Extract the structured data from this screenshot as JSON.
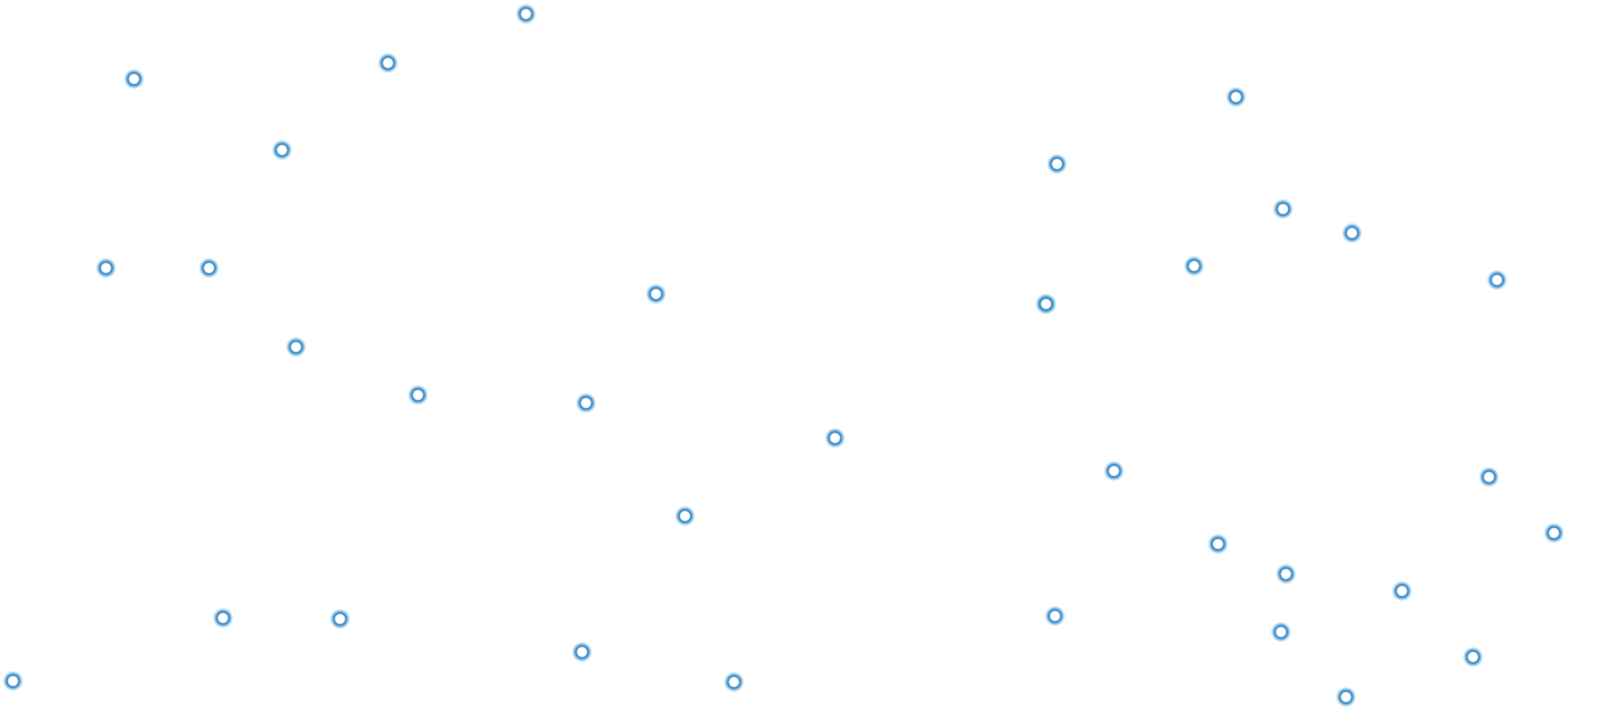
{
  "colors": {
    "background": "#ffffff",
    "dot_core": "#ffffff",
    "dot_ring": "#2a7fc0",
    "dot_halo": "#8ec5ea"
  },
  "points": [
    {
      "id": "p01"
    },
    {
      "id": "p02"
    },
    {
      "id": "p03"
    },
    {
      "id": "p04"
    },
    {
      "id": "p05"
    },
    {
      "id": "p06"
    },
    {
      "id": "p07"
    },
    {
      "id": "p08"
    },
    {
      "id": "p09"
    },
    {
      "id": "p10"
    },
    {
      "id": "p11"
    },
    {
      "id": "p12"
    },
    {
      "id": "p13"
    },
    {
      "id": "p14"
    },
    {
      "id": "p15"
    },
    {
      "id": "p16"
    },
    {
      "id": "p17"
    },
    {
      "id": "p18"
    },
    {
      "id": "p19"
    },
    {
      "id": "p20"
    },
    {
      "id": "p21"
    },
    {
      "id": "p22"
    },
    {
      "id": "p23"
    },
    {
      "id": "p24"
    },
    {
      "id": "p25"
    },
    {
      "id": "p26"
    },
    {
      "id": "p27"
    },
    {
      "id": "p28"
    },
    {
      "id": "p29"
    },
    {
      "id": "p30"
    },
    {
      "id": "p31"
    },
    {
      "id": "p32"
    },
    {
      "id": "p33"
    },
    {
      "id": "p34"
    },
    {
      "id": "p35"
    }
  ]
}
